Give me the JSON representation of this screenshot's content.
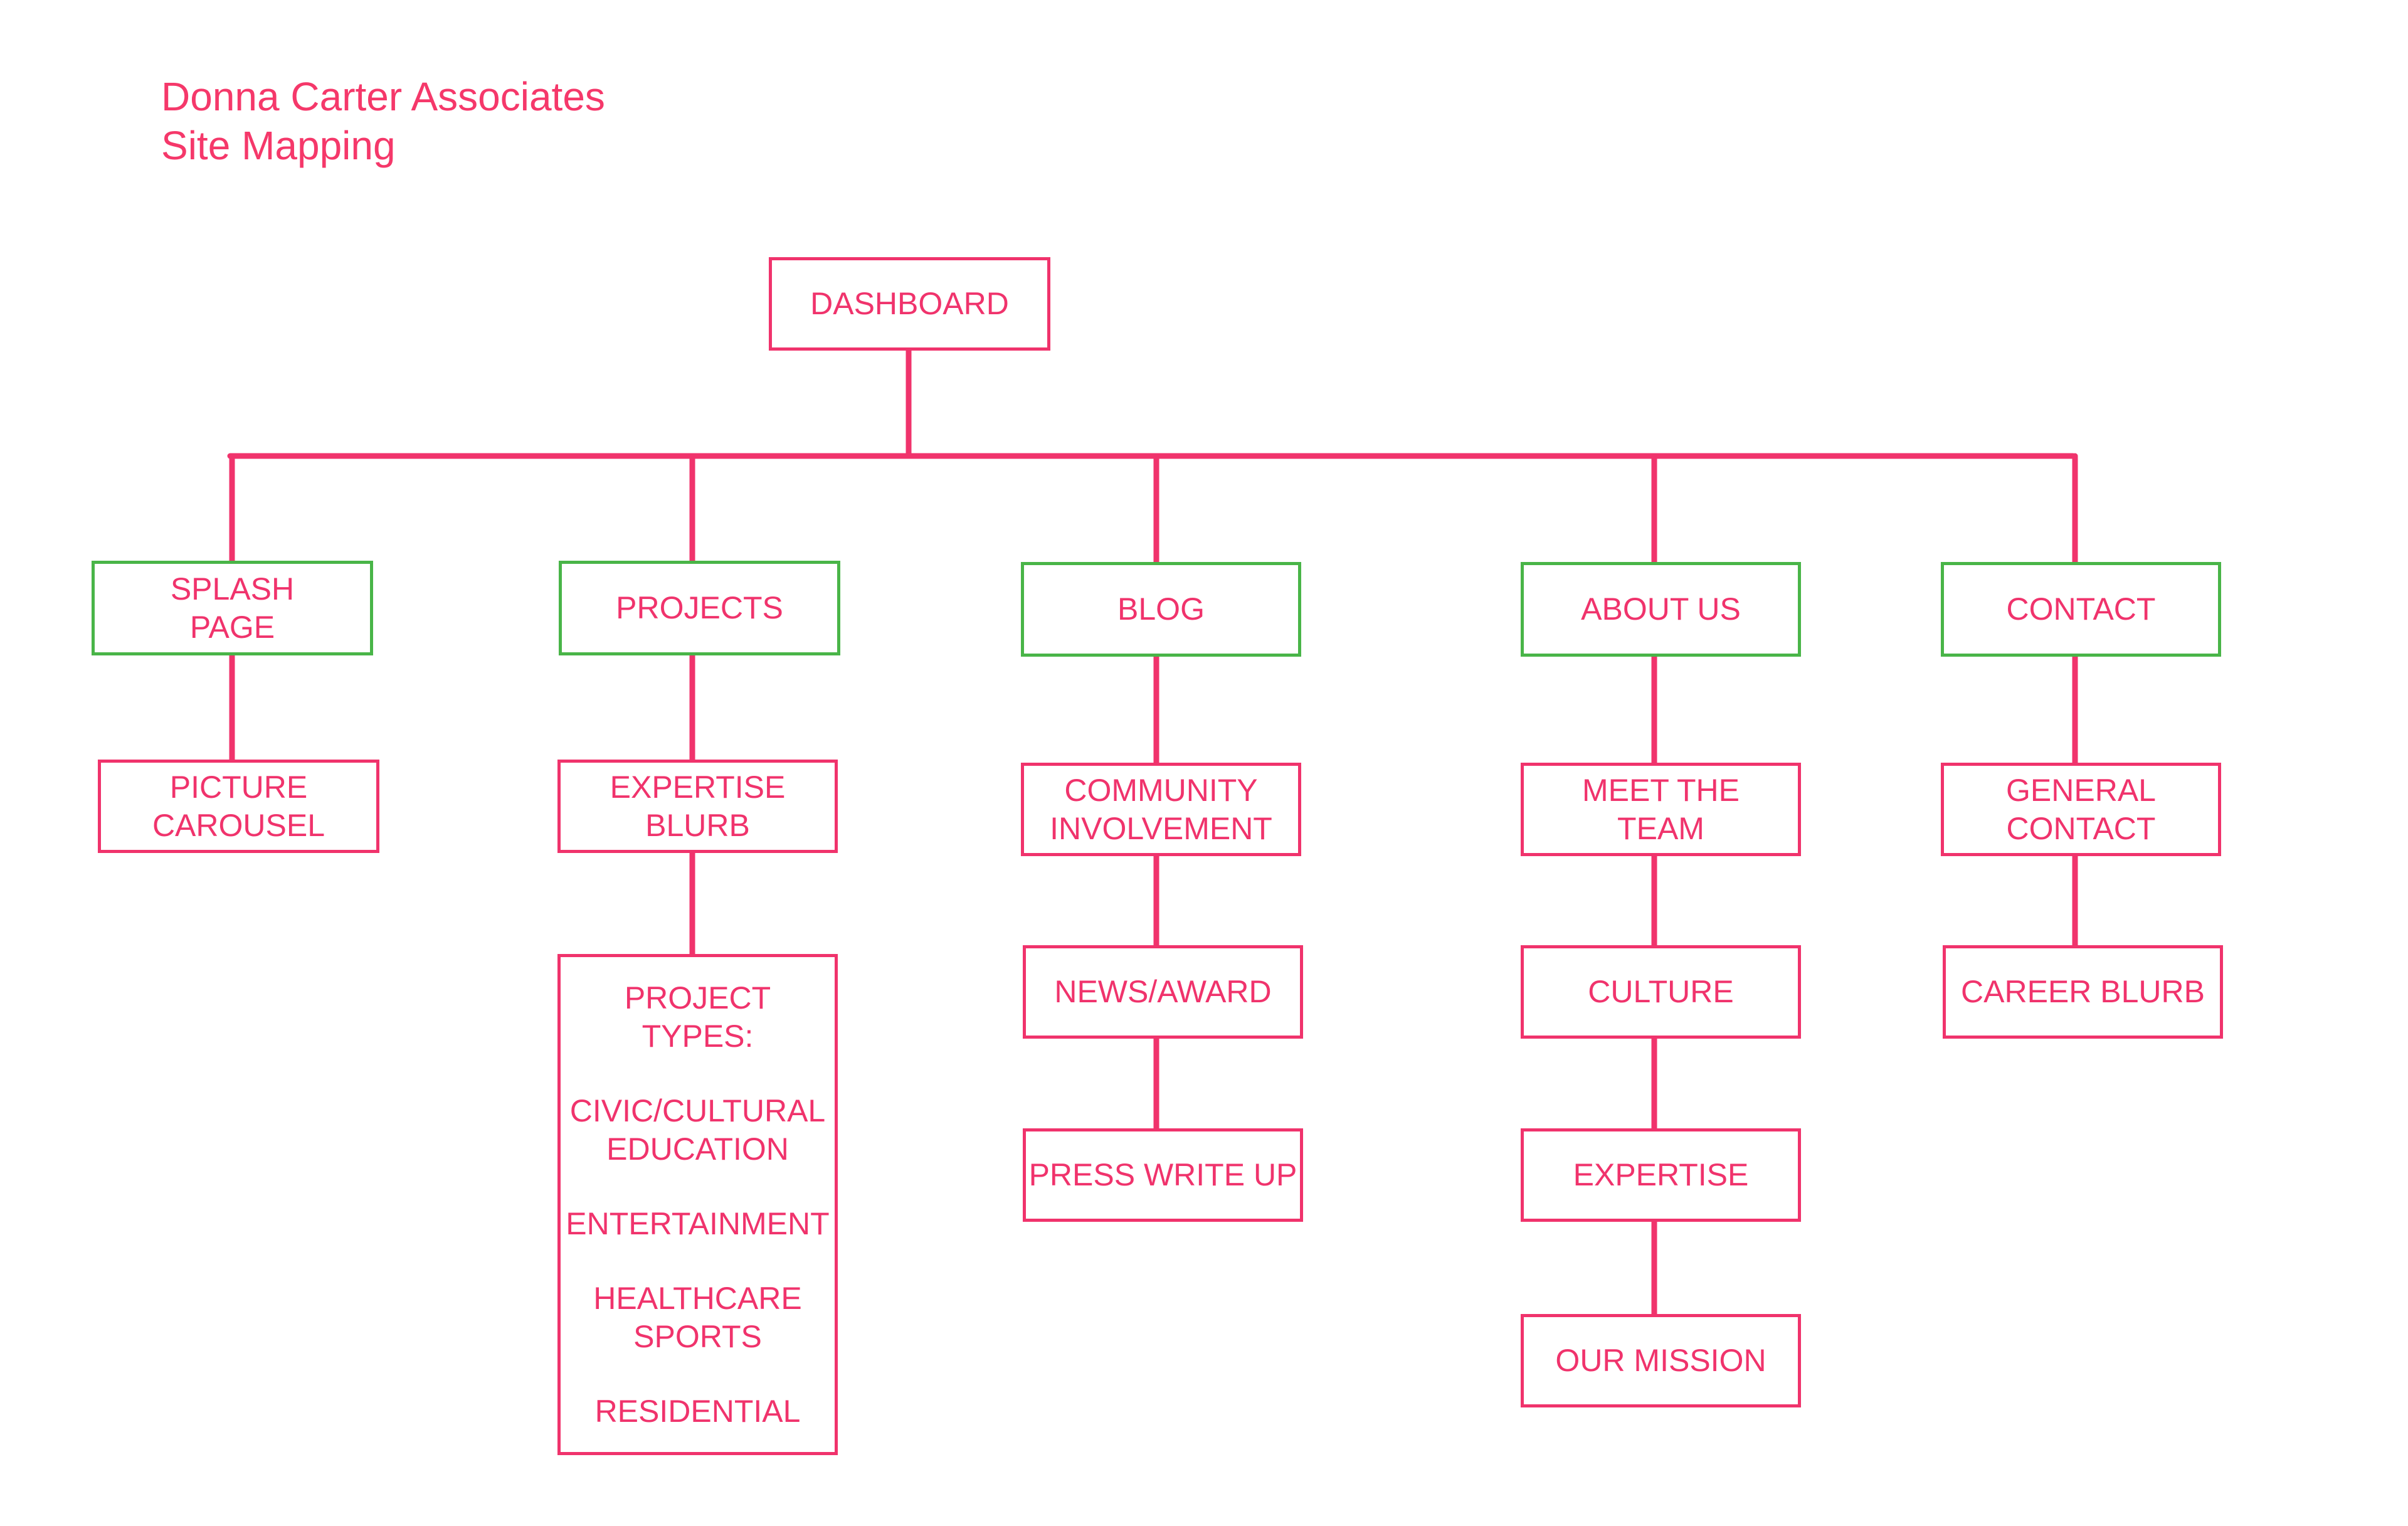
{
  "title": {
    "line1": "Donna Carter Associates",
    "line2": "Site Mapping"
  },
  "colors": {
    "accent": "#f0336c",
    "section_border": "#49b548"
  },
  "root": {
    "label": "DASHBOARD"
  },
  "sections": [
    {
      "label": [
        "SPLASH",
        "PAGE"
      ],
      "children": [
        {
          "label": [
            "PICTURE",
            "CAROUSEL"
          ]
        }
      ]
    },
    {
      "label": [
        "PROJECTS"
      ],
      "children": [
        {
          "label": [
            "EXPERTISE",
            "BLURB"
          ]
        },
        {
          "label": [
            "PROJECT",
            "TYPES:",
            "",
            "CIVIC/CULTURAL",
            "EDUCATION",
            "",
            "ENTERTAINMENT",
            "",
            "HEALTHCARE",
            "SPORTS",
            "",
            "RESIDENTIAL"
          ]
        }
      ]
    },
    {
      "label": [
        "BLOG"
      ],
      "children": [
        {
          "label": [
            "COMMUNITY",
            "INVOLVEMENT"
          ]
        },
        {
          "label": [
            "NEWS/AWARD"
          ]
        },
        {
          "label": [
            "PRESS WRITE UP"
          ]
        }
      ]
    },
    {
      "label": [
        "ABOUT US"
      ],
      "children": [
        {
          "label": [
            "MEET THE",
            "TEAM"
          ]
        },
        {
          "label": [
            "CULTURE"
          ]
        },
        {
          "label": [
            "EXPERTISE"
          ]
        },
        {
          "label": [
            "OUR MISSION"
          ]
        }
      ]
    },
    {
      "label": [
        "CONTACT"
      ],
      "children": [
        {
          "label": [
            "GENERAL",
            "CONTACT"
          ]
        },
        {
          "label": [
            "CAREER BLURB"
          ]
        }
      ]
    }
  ]
}
